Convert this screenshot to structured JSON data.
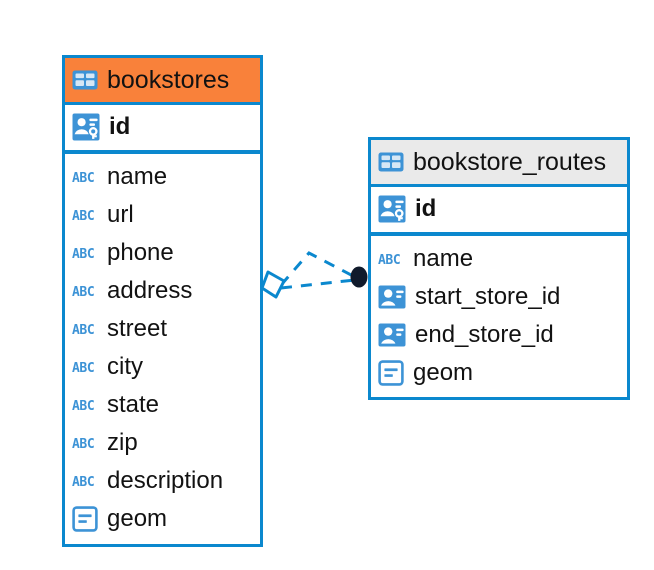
{
  "diagram": {
    "type": "entity-relationship-diagram",
    "background_color": "#ffffff",
    "accent_color": "#0b88ce",
    "selected_color": "#f9813a",
    "header_color": "#eaeaea",
    "text_color": "#121212"
  },
  "entities": [
    {
      "name": "bookstores",
      "selected": true,
      "header_icon": "table-icon",
      "primary_keys": [
        {
          "label": "id",
          "icon": "primary-key-icon",
          "type": "pk"
        }
      ],
      "fields": [
        {
          "label": "name",
          "icon": "text-type-icon",
          "type": "abc"
        },
        {
          "label": "url",
          "icon": "text-type-icon",
          "type": "abc"
        },
        {
          "label": "phone",
          "icon": "text-type-icon",
          "type": "abc"
        },
        {
          "label": "address",
          "icon": "text-type-icon",
          "type": "abc"
        },
        {
          "label": "street",
          "icon": "text-type-icon",
          "type": "abc"
        },
        {
          "label": "city",
          "icon": "text-type-icon",
          "type": "abc"
        },
        {
          "label": "state",
          "icon": "text-type-icon",
          "type": "abc"
        },
        {
          "label": "zip",
          "icon": "text-type-icon",
          "type": "abc"
        },
        {
          "label": "description",
          "icon": "text-type-icon",
          "type": "abc"
        },
        {
          "label": "geom",
          "icon": "geometry-type-icon",
          "type": "geom"
        }
      ]
    },
    {
      "name": "bookstore_routes",
      "selected": false,
      "header_icon": "table-icon",
      "primary_keys": [
        {
          "label": "id",
          "icon": "primary-key-icon",
          "type": "pk"
        }
      ],
      "fields": [
        {
          "label": "name",
          "icon": "text-type-icon",
          "type": "abc"
        },
        {
          "label": "start_store_id",
          "icon": "foreign-key-icon",
          "type": "fk"
        },
        {
          "label": "end_store_id",
          "icon": "foreign-key-icon",
          "type": "fk"
        },
        {
          "label": "geom",
          "icon": "geometry-type-icon",
          "type": "geom"
        }
      ]
    }
  ],
  "relationship": {
    "from_entity": "bookstores",
    "to_entity": "bookstore_routes",
    "line_style": "dashed",
    "line_color": "#0b88ce",
    "source_marker": "diamond-marker",
    "target_marker": "filled-circle-marker",
    "target_marker_color": "#101a2b"
  },
  "icon_text": {
    "abc_label": "ABC"
  }
}
